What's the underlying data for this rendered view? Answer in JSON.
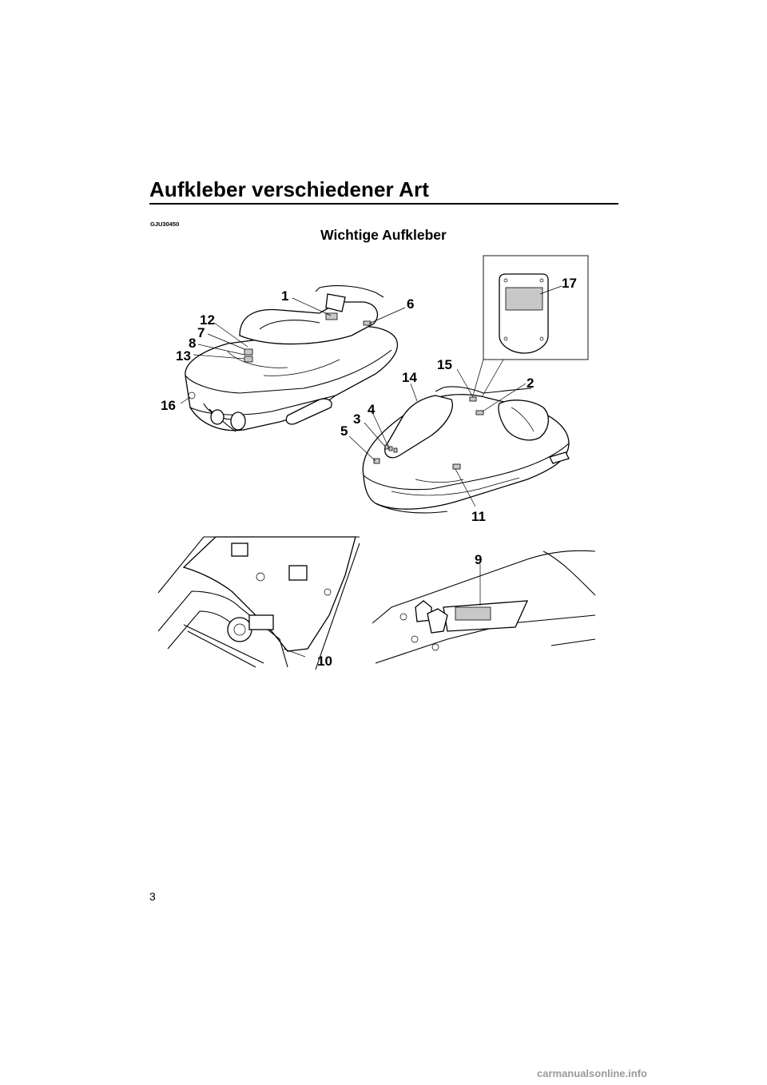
{
  "header": {
    "title": "Aufkleber verschiedener Art"
  },
  "doc_code": "GJU30450",
  "section": {
    "heading": "Wichtige Aufkleber"
  },
  "callouts": {
    "c1": "1",
    "c2": "2",
    "c3": "3",
    "c4": "4",
    "c5": "5",
    "c6": "6",
    "c7": "7",
    "c8": "8",
    "c9": "9",
    "c10": "10",
    "c11": "11",
    "c12": "12",
    "c13": "13",
    "c14": "14",
    "c15": "15",
    "c16": "16",
    "c17": "17"
  },
  "footer": {
    "page_number": "3",
    "watermark": "carmanualsonline.info"
  }
}
